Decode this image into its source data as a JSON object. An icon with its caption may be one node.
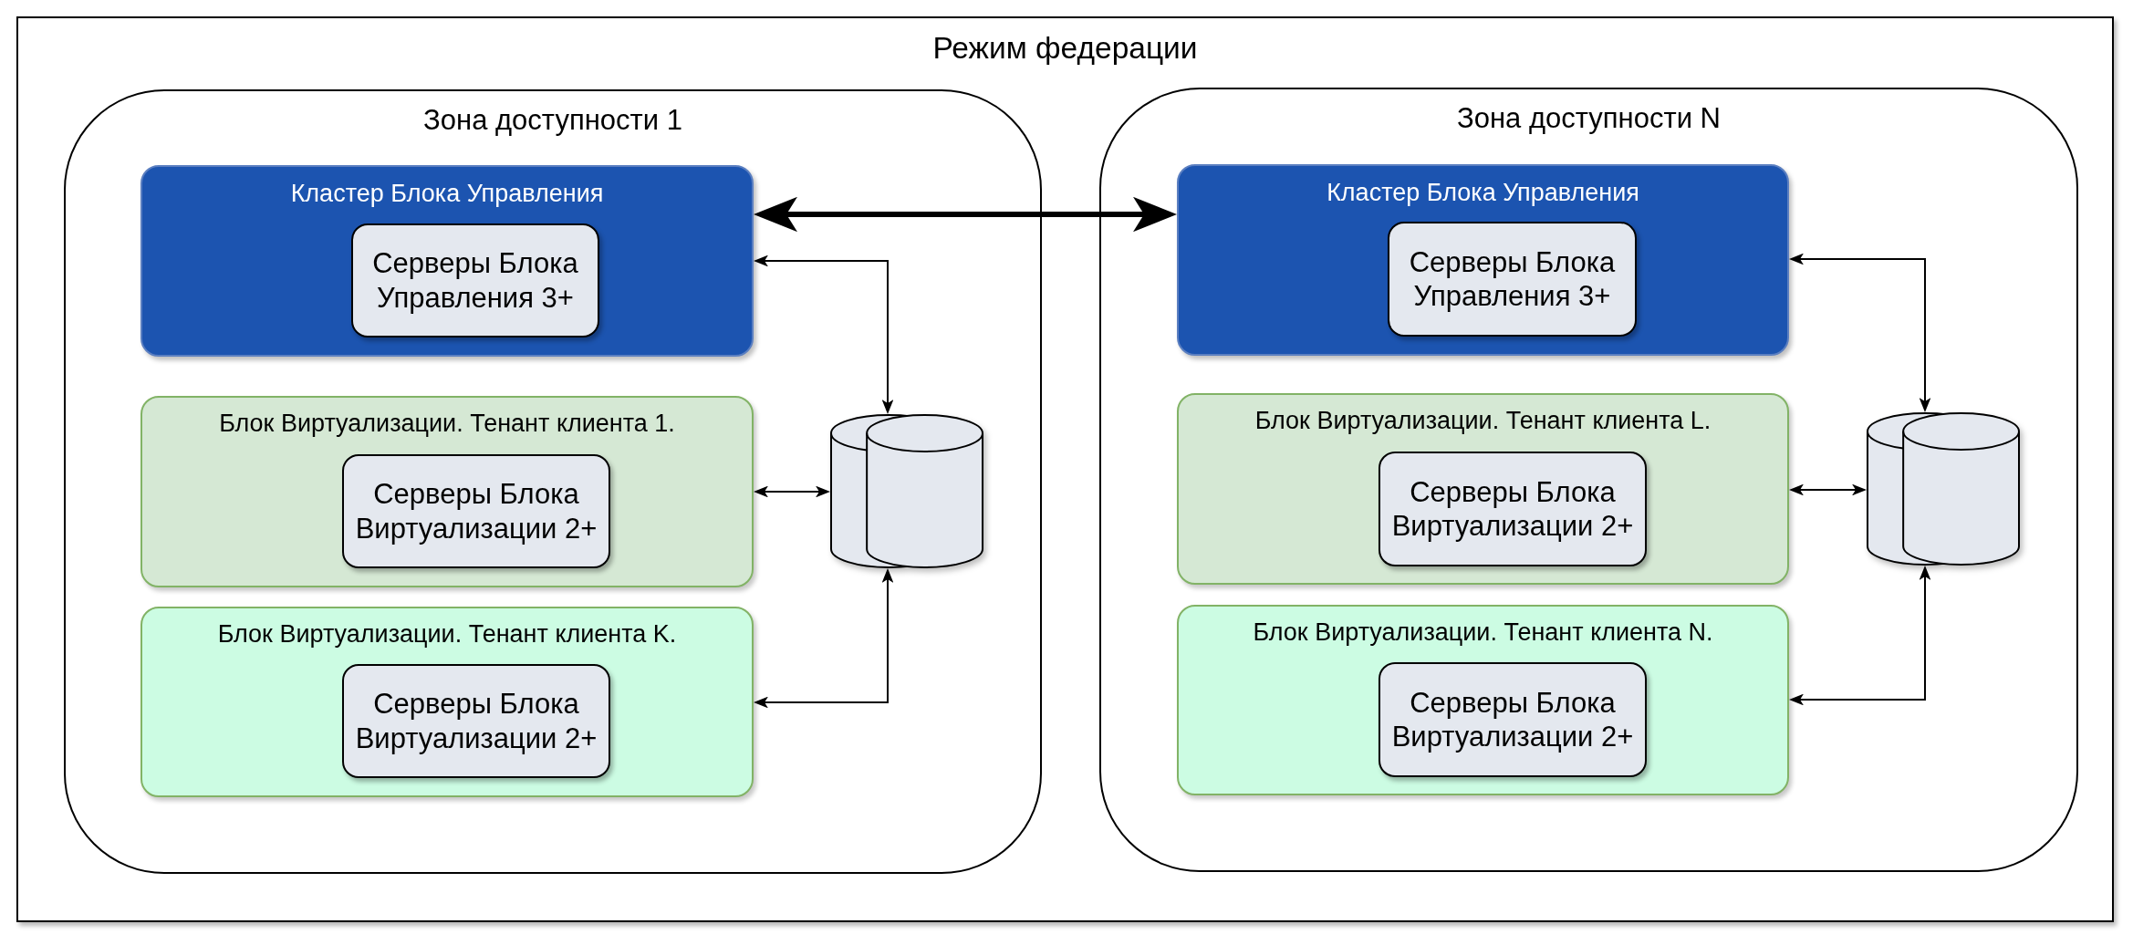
{
  "diagram": {
    "nodes": [
      {
        "text": [
          "Режим федерации"
        ]
      },
      {
        "text": [
          "Зона доступности 1"
        ],
        "in": 0
      },
      {
        "text": [
          "Кластер Блока Управления"
        ],
        "in": 1
      },
      {
        "text": [
          "Серверы Блока Управления 3+"
        ],
        "in": 2
      },
      {
        "text": [
          "Блок Виртуализации. Тенант клиента 1."
        ],
        "in": 1
      },
      {
        "text": [
          "Серверы Блока Виртуализации 2+"
        ],
        "in": 4
      },
      {
        "text": [
          "Блок Виртуализации. Тенант клиента K."
        ],
        "in": 1
      },
      {
        "text": [
          "Серверы Блока Виртуализации 2+"
        ],
        "in": 6
      },
      {
        "text": [],
        "shape": "cylinder",
        "in": 1
      },
      {
        "text": [
          "Зона доступности N"
        ],
        "in": 0
      },
      {
        "text": [
          "Кластер Блока Управления"
        ],
        "in": 9
      },
      {
        "text": [
          "Серверы Блока Управления 3+"
        ],
        "in": 10
      },
      {
        "text": [
          "Блок Виртуализации. Тенант клиента L."
        ],
        "in": 9
      },
      {
        "text": [
          "Серверы Блока Виртуализации 2+"
        ],
        "in": 12
      },
      {
        "text": [
          "Блок Виртуализации. Тенант клиента N."
        ],
        "in": 9
      },
      {
        "text": [
          "Серверы Блока Виртуализации 2+"
        ],
        "in": 14
      },
      {
        "text": [],
        "shape": "cylinder",
        "in": 9
      }
    ],
    "edges": [
      {
        "from": 2,
        "to": 10,
        "arrow": "both",
        "style": "thick"
      },
      {
        "from": 2,
        "to": 8,
        "arrow": "both"
      },
      {
        "from": 4,
        "to": 8,
        "arrow": "both"
      },
      {
        "from": 6,
        "to": 8,
        "arrow": "both"
      },
      {
        "from": 10,
        "to": 16,
        "arrow": "both"
      },
      {
        "from": 12,
        "to": 16,
        "arrow": "both"
      },
      {
        "from": 14,
        "to": 16,
        "arrow": "both"
      }
    ]
  }
}
